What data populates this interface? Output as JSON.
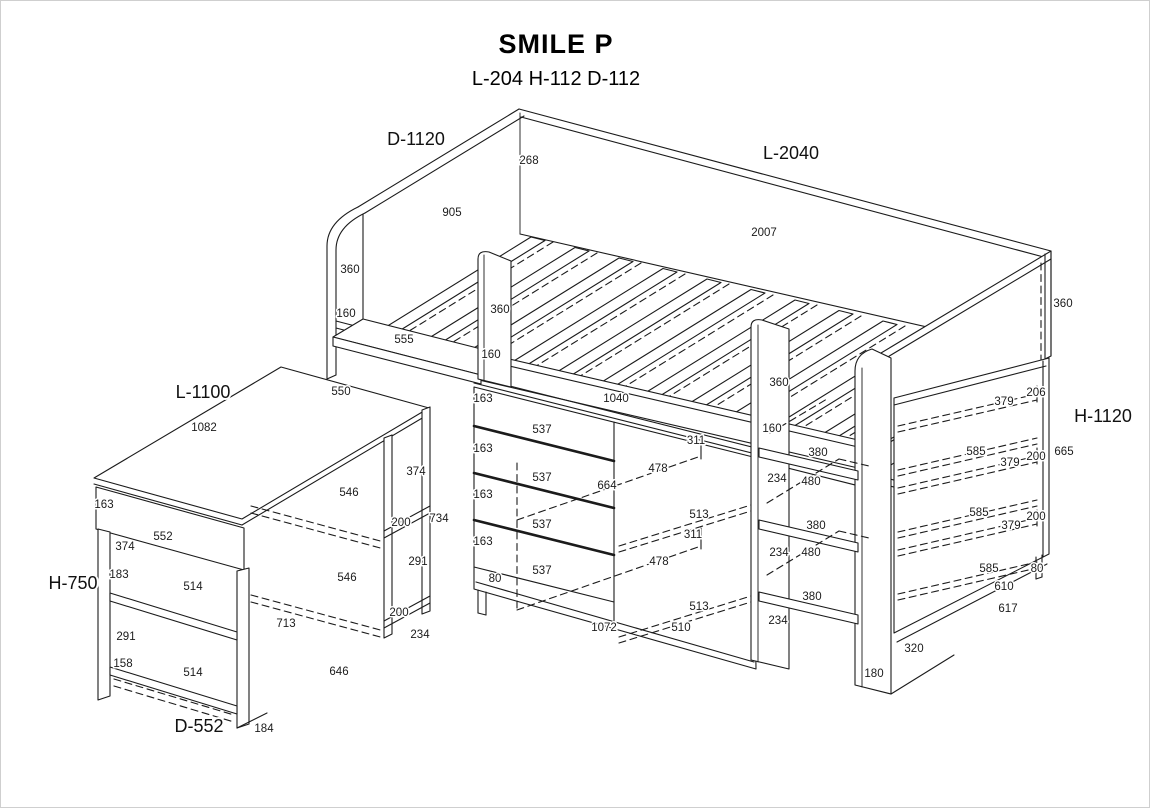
{
  "title": "SMILE P",
  "subtitle": "L-204 H-112 D-112",
  "part_labels": {
    "bed_depth": "D-1120",
    "bed_length": "L-2040",
    "shelf_unit_height": "H-1120",
    "desk_length": "L-1100",
    "desk_height": "H-750",
    "desk_depth": "D-552"
  },
  "dims": [
    "268",
    "905",
    "2007",
    "360",
    "160",
    "555",
    "550",
    "360",
    "160",
    "360",
    "160",
    "360",
    "1040",
    "163",
    "537",
    "163",
    "537",
    "163",
    "537",
    "163",
    "537",
    "80",
    "664",
    "311",
    "478",
    "513",
    "311",
    "478",
    "513",
    "1072",
    "510",
    "380",
    "234",
    "480",
    "380",
    "234",
    "480",
    "380",
    "234",
    "320",
    "180",
    "206",
    "379",
    "585",
    "200",
    "379",
    "665",
    "585",
    "200",
    "379",
    "585",
    "80",
    "610",
    "617",
    "1082",
    "163",
    "552",
    "374",
    "183",
    "514",
    "291",
    "158",
    "514",
    "184",
    "546",
    "200",
    "374",
    "734",
    "546",
    "200",
    "291",
    "713",
    "234",
    "646"
  ]
}
